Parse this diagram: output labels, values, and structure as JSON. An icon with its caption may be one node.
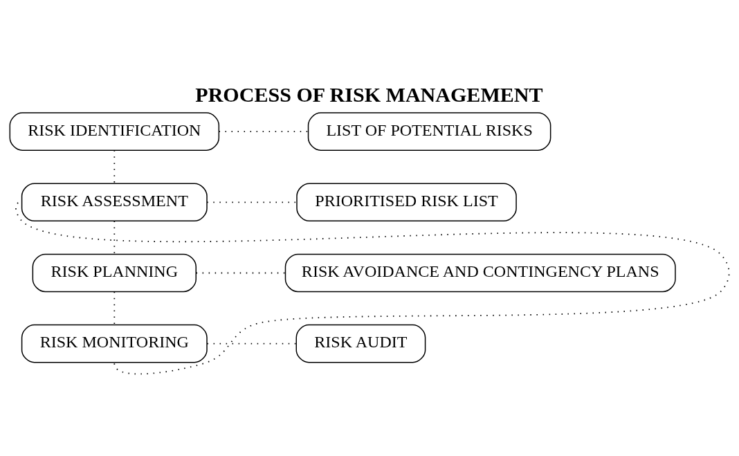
{
  "diagram": {
    "title": "PROCESS OF RISK MANAGEMENT",
    "nodes": [
      {
        "text": [
          "RISK IDENTIFICATION"
        ]
      },
      {
        "text": [
          "LIST OF POTENTIAL RISKS"
        ]
      },
      {
        "text": [
          "RISK ASSESSMENT"
        ]
      },
      {
        "text": [
          "PRIORITISED RISK LIST"
        ]
      },
      {
        "text": [
          "RISK PLANNING"
        ]
      },
      {
        "text": [
          "RISK AVOIDANCE AND CONTINGENCY PLANS"
        ]
      },
      {
        "text": [
          "RISK MONITORING"
        ]
      },
      {
        "text": [
          "RISK AUDIT"
        ]
      }
    ],
    "edges": [
      {
        "from": 0,
        "to": 1,
        "arrow": "none"
      },
      {
        "from": 0,
        "to": 2,
        "arrow": "none"
      },
      {
        "from": 2,
        "to": 3,
        "arrow": "none"
      },
      {
        "from": 2,
        "to": 4,
        "arrow": "none"
      },
      {
        "from": 4,
        "to": 5,
        "arrow": "none"
      },
      {
        "from": 4,
        "to": 6,
        "arrow": "none"
      },
      {
        "from": 6,
        "to": 7,
        "arrow": "none"
      },
      {
        "from": 6,
        "to": 2,
        "arrow": "none"
      }
    ]
  }
}
